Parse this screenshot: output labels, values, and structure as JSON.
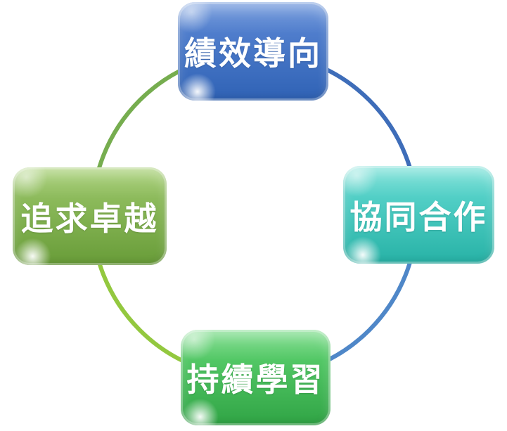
{
  "diagram": {
    "type": "cycle",
    "text_color": "#ffffff",
    "nodes": [
      {
        "label": "績效導向",
        "position": "top",
        "fill": "#4a79c9"
      },
      {
        "label": "協同合作",
        "position": "right",
        "fill": "#46c8bf"
      },
      {
        "label": "持續學習",
        "position": "bottom",
        "fill": "#4cc25e"
      },
      {
        "label": "追求卓越",
        "position": "left",
        "fill": "#85b553"
      }
    ],
    "arcs": [
      {
        "segment": "top-left",
        "color": "#76ad4f"
      },
      {
        "segment": "top-right",
        "color": "#3e6db9"
      },
      {
        "segment": "bottom-right",
        "color": "#4f87c8"
      },
      {
        "segment": "bottom-left",
        "color": "#93c83f"
      }
    ]
  }
}
